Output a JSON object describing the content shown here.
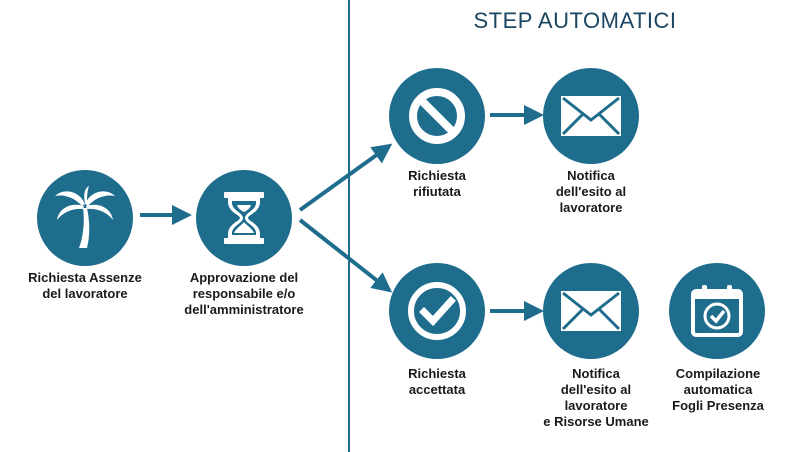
{
  "colors": {
    "circle": "#1e6d8d",
    "arrow": "#1e6d8d",
    "divider": "#1e6d8d",
    "title": "#1b4561",
    "text": "#1a1a1a",
    "icon": "#ffffff"
  },
  "title": "STEP AUTOMATICI",
  "nodes": [
    {
      "id": "request",
      "icon": "palm-tree-icon",
      "label": "Richiesta Assenze\ndel lavoratore"
    },
    {
      "id": "approval",
      "icon": "hourglass-icon",
      "label": "Approvazione del\nresponsabile e/o\ndell'amministratore"
    },
    {
      "id": "rejected",
      "icon": "prohibited-icon",
      "label": "Richiesta\nrifiutata"
    },
    {
      "id": "notify-rejected",
      "icon": "envelope-icon",
      "label": "Notifica\ndell'esito al\nlavoratore"
    },
    {
      "id": "accepted",
      "icon": "checkmark-icon",
      "label": "Richiesta\naccettata"
    },
    {
      "id": "notify-accepted",
      "icon": "envelope-icon",
      "label": "Notifica\ndell'esito al\nlavoratore\ne Risorse Umane"
    },
    {
      "id": "timesheet",
      "icon": "calendar-check-icon",
      "label": "Compilazione\nautomatica\nFogli Presenza"
    }
  ]
}
